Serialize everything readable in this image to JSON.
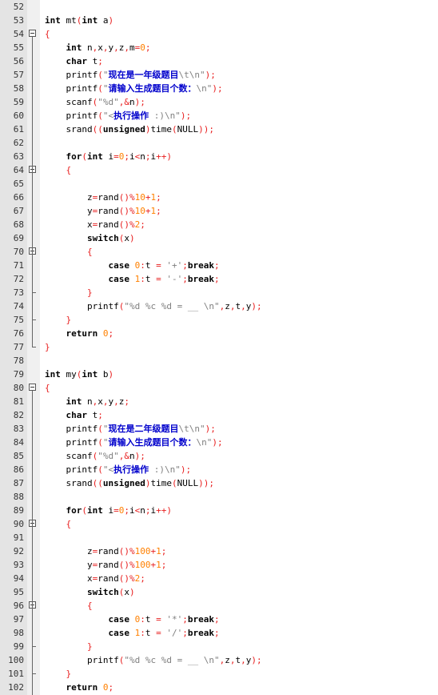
{
  "editor": {
    "lines": [
      {
        "n": "52",
        "t": ""
      },
      {
        "n": "53",
        "t": "int mt(int a)"
      },
      {
        "n": "54",
        "t": "{",
        "fold": "open"
      },
      {
        "n": "55",
        "t": "    int n,x,y,z,m=0;"
      },
      {
        "n": "56",
        "t": "    char t;"
      },
      {
        "n": "57",
        "t": "    printf(\"现在是一年级题目\\t\\n\");"
      },
      {
        "n": "58",
        "t": "    printf(\"请输入生成题目个数：\\n\");"
      },
      {
        "n": "59",
        "t": "    scanf(\"%d\",&n);"
      },
      {
        "n": "60",
        "t": "    printf(\"<执行操作 :)\\n\");"
      },
      {
        "n": "61",
        "t": "    srand((unsigned)time(NULL));"
      },
      {
        "n": "62",
        "t": ""
      },
      {
        "n": "63",
        "t": "    for(int i=0;i<n;i++)"
      },
      {
        "n": "64",
        "t": "    {",
        "fold": "open"
      },
      {
        "n": "65",
        "t": ""
      },
      {
        "n": "66",
        "t": "        z=rand()%10+1;"
      },
      {
        "n": "67",
        "t": "        y=rand()%10+1;"
      },
      {
        "n": "68",
        "t": "        x=rand()%2;"
      },
      {
        "n": "69",
        "t": "        switch(x)"
      },
      {
        "n": "70",
        "t": "        {",
        "fold": "open"
      },
      {
        "n": "71",
        "t": "            case 0:t = '+';break;"
      },
      {
        "n": "72",
        "t": "            case 1:t = '-';break;"
      },
      {
        "n": "73",
        "t": "        }",
        "fold": "end"
      },
      {
        "n": "74",
        "t": "        printf(\"%d %c %d = __ \\n\",z,t,y);"
      },
      {
        "n": "75",
        "t": "    }",
        "fold": "end"
      },
      {
        "n": "76",
        "t": "    return 0;"
      },
      {
        "n": "77",
        "t": "}",
        "fold": "end"
      },
      {
        "n": "78",
        "t": ""
      },
      {
        "n": "79",
        "t": "int my(int b)"
      },
      {
        "n": "80",
        "t": "{",
        "fold": "open"
      },
      {
        "n": "81",
        "t": "    int n,x,y,z;"
      },
      {
        "n": "82",
        "t": "    char t;"
      },
      {
        "n": "83",
        "t": "    printf(\"现在是二年级题目\\t\\n\");"
      },
      {
        "n": "84",
        "t": "    printf(\"请输入生成题目个数：\\n\");"
      },
      {
        "n": "85",
        "t": "    scanf(\"%d\",&n);"
      },
      {
        "n": "86",
        "t": "    printf(\"<执行操作 :)\\n\");"
      },
      {
        "n": "87",
        "t": "    srand((unsigned)time(NULL));"
      },
      {
        "n": "88",
        "t": ""
      },
      {
        "n": "89",
        "t": "    for(int i=0;i<n;i++)"
      },
      {
        "n": "90",
        "t": "    {",
        "fold": "open"
      },
      {
        "n": "91",
        "t": ""
      },
      {
        "n": "92",
        "t": "        z=rand()%100+1;"
      },
      {
        "n": "93",
        "t": "        y=rand()%100+1;"
      },
      {
        "n": "94",
        "t": "        x=rand()%2;"
      },
      {
        "n": "95",
        "t": "        switch(x)"
      },
      {
        "n": "96",
        "t": "        {",
        "fold": "open"
      },
      {
        "n": "97",
        "t": "            case 0:t = '*';break;"
      },
      {
        "n": "98",
        "t": "            case 1:t = '/';break;"
      },
      {
        "n": "99",
        "t": "        }",
        "fold": "end"
      },
      {
        "n": "100",
        "t": "        printf(\"%d %c %d = __ \\n\",z,t,y);"
      },
      {
        "n": "101",
        "t": "    }",
        "fold": "end"
      },
      {
        "n": "102",
        "t": "    return 0;"
      }
    ]
  }
}
